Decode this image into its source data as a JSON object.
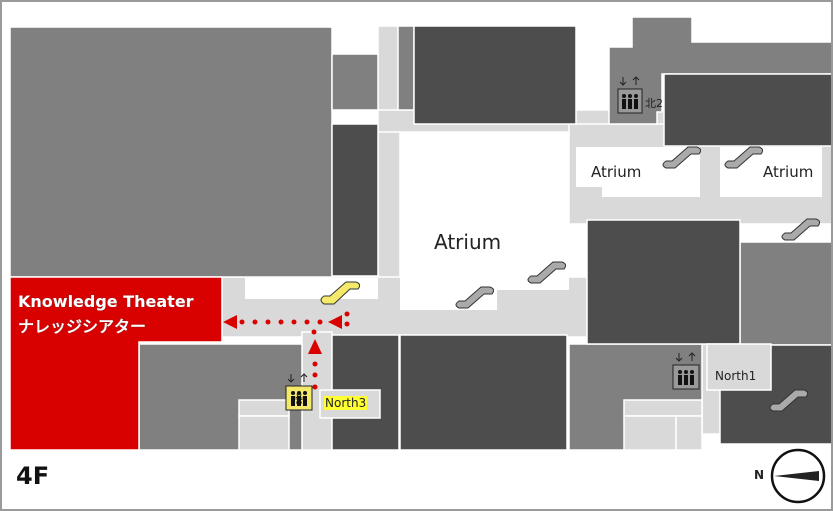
{
  "floor": "4F",
  "destination": {
    "name_en": "Knowledge Theater",
    "name_ja": "ナレッジシアター",
    "color": "#d90000"
  },
  "areas": [
    {
      "label": "Atrium"
    },
    {
      "label": "Atrium"
    },
    {
      "label": "Atrium"
    }
  ],
  "elevators": [
    {
      "label": "North3",
      "highlighted": true
    },
    {
      "label": "North1",
      "highlighted": false
    },
    {
      "label": "北2",
      "highlighted": false
    }
  ],
  "compass": {
    "label": "N"
  },
  "colors": {
    "corridor": "#d9d9d9",
    "dark": "#4d4d4d",
    "medium": "#808080",
    "route": "#d90000",
    "highlight": "#ffff33"
  }
}
